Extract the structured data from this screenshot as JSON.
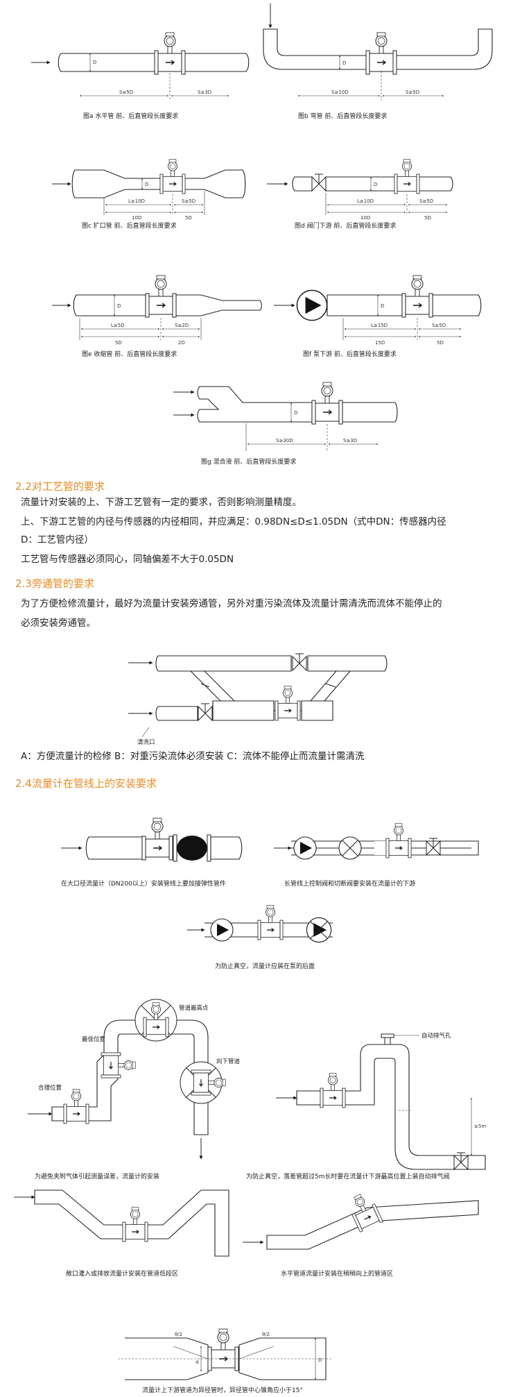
{
  "figures": {
    "a": {
      "caption": "图a  水平管    前、后直管段长度要求",
      "up": "S≥5D",
      "down": "S≥3D",
      "d": "D"
    },
    "b": {
      "caption": "图b  弯管    前、后直管段长度要求",
      "up": "S≥10D",
      "down": "S≥5D",
      "d": "D"
    },
    "c": {
      "caption": "图c  扩口管    前、后直管段长度要求",
      "up": "L≥10D",
      "up2": "10D",
      "down": "S≥5D",
      "down2": "5D",
      "d": "D"
    },
    "d": {
      "caption": "图d  阀门下游    前、后直管段长度要求",
      "up": "L≥10D",
      "up2": "10D",
      "down": "S≥5D",
      "down2": "5D",
      "d": "D"
    },
    "e": {
      "caption": "图e  收缩管    前、后直管段长度要求",
      "up": "L≥5D",
      "up2": "5D",
      "down": "S≥2D",
      "down2": "2D",
      "d": "D"
    },
    "f": {
      "caption": "图f  泵下游    前、后直管段长度要求",
      "up": "L≥15D",
      "up2": "15D",
      "down": "S≥5D",
      "down2": "5D",
      "d": "D"
    },
    "g": {
      "caption": "图g  混合液    前、后直管段长度要求",
      "up": "S≥30D",
      "down": "S≥3D",
      "d": "D"
    }
  },
  "sec22": {
    "title": "2.2对工艺管的要求",
    "p1": "流量计对安装的上、下游工艺管有一定的要求，否则影响测量精度。",
    "p2": "上、下游工艺管的内径与传感器的内径相同，并应满足：0.98DN≤D≤1.05DN（式中DN：传感器内径",
    "p3": "D：工艺管内径）",
    "p4": "工艺管与传感器必须同心，同轴偏差不大于0.05DN"
  },
  "sec23": {
    "title": "2.3旁通管的要求",
    "p1": "为了方便检修流量计，最好为流量计安装旁通管，另外对重污染流体及流量计需清洗而流体不能停止的",
    "p2": "必须安装旁通管。",
    "label": "清洗口",
    "abc": "A：方便流量计的检修    B：对重污染流体必须安装    C：流体不能停止而流量计需清洗"
  },
  "sec24": {
    "title": "2.4流量计在管线上的安装要求",
    "cap1": "在大口径流量计（DN200以上）安装管线上要加接弹性管件",
    "cap2": "长管线上控制阀和切断阀要安装在流量计的下游",
    "cap3": "为防止真空，流量计应装在泵的后面",
    "cap4": "为避免夹附气体引起测量误差，流量计的安装",
    "lbl_high": "管道最高点",
    "lbl_best": "最佳位置",
    "lbl_ok": "合理位置",
    "lbl_down": "向下管道",
    "cap5": "为防止真空，落差管超过5m长时要在流量计下游最高位置上装自动排气阀",
    "lbl_vent": "自动排气孔",
    "lbl_5m": "≥5m",
    "cap6": "敞口灌入或排放流量计安装在管道低段区",
    "cap7": "水平管道流量计安装在稍稍向上的管道区",
    "cap8": "流量计上下游管道为异径管时，异径管中心锥角应小于15°",
    "lbl_half": "θ/2",
    "lbl_d": "d",
    "lbl_D": "D"
  }
}
